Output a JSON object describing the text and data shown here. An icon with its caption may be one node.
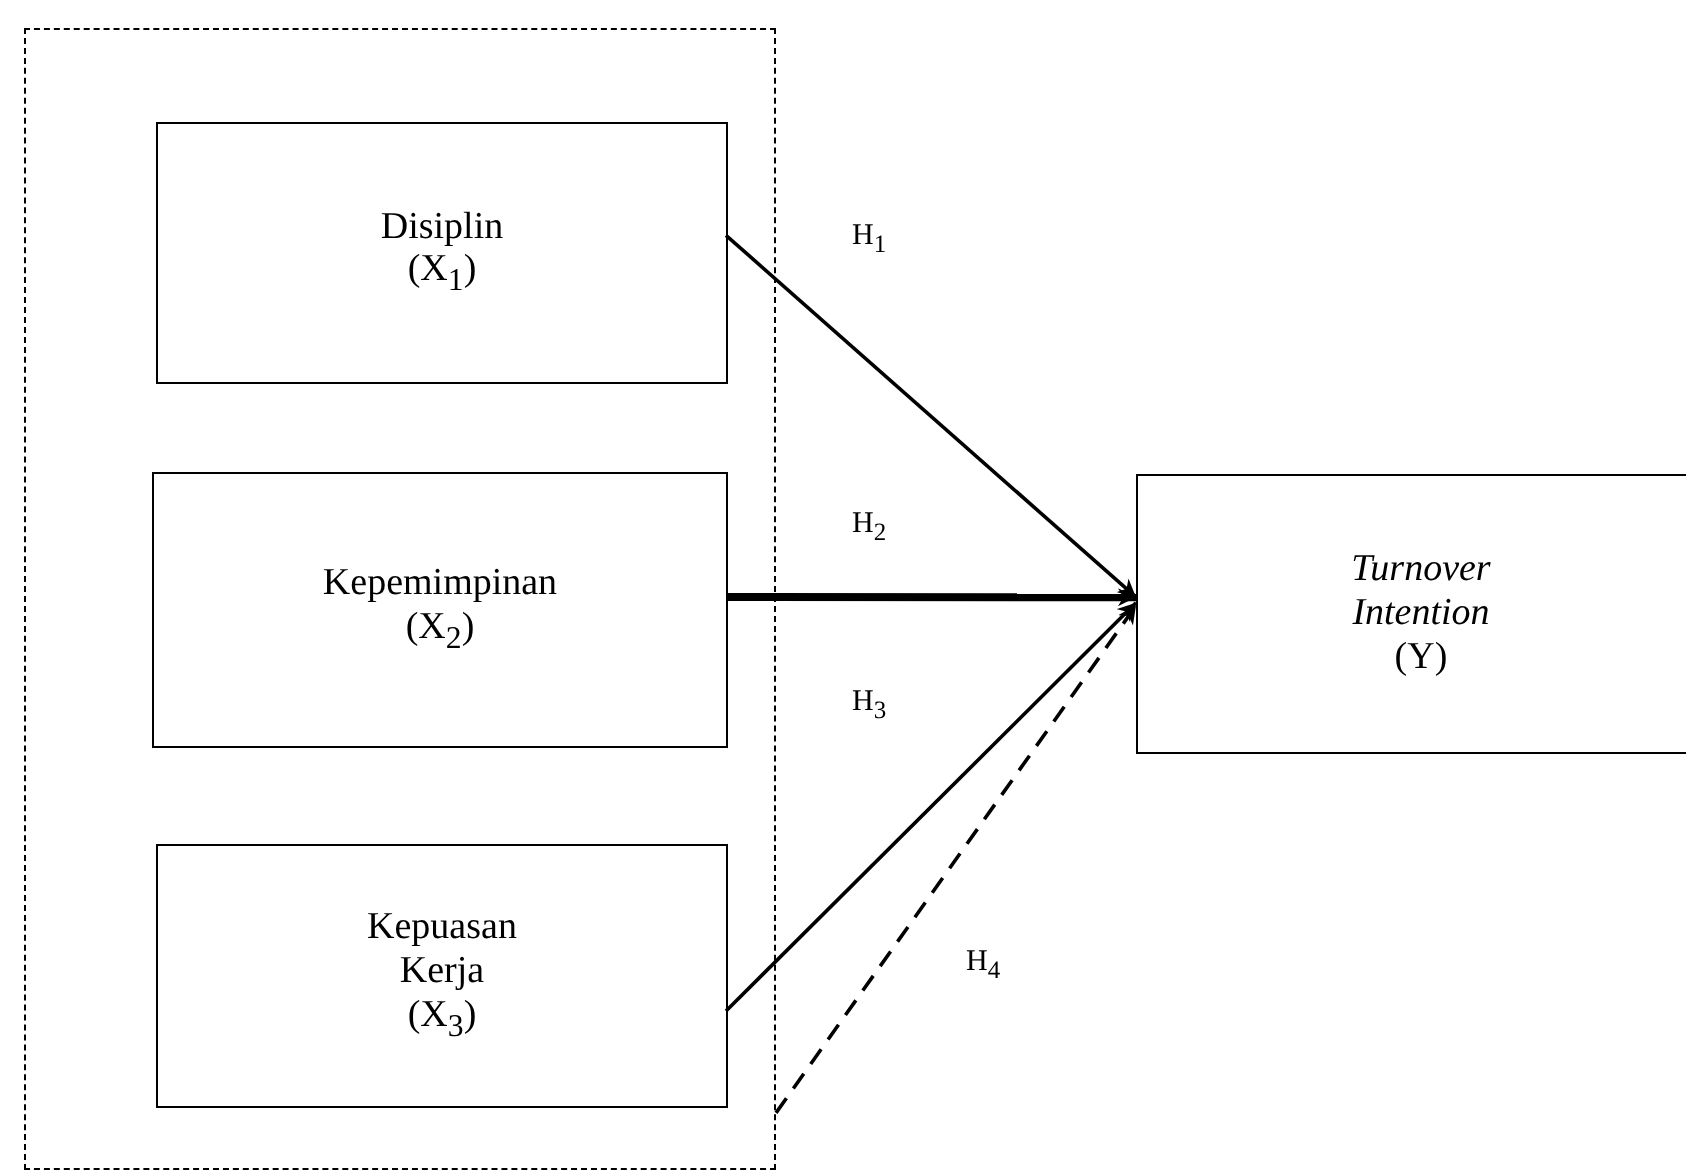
{
  "diagram": {
    "nodes": [
      {
        "text": [],
        "shape": "box"
      },
      {
        "text": [
          "Disiplin",
          "(X$_{1}$)"
        ],
        "in": 0
      },
      {
        "text": [
          "Kepemimpinan",
          "(X$_{2}$)"
        ],
        "in": 0
      },
      {
        "text": [
          "Kepuasan Kerja",
          "(X$_{3}$)"
        ],
        "in": 0
      },
      {
        "text": [
          "*Turnover Intention*",
          "(Y)"
        ]
      }
    ],
    "edges": [
      {
        "from": 1,
        "to": 4,
        "arrow": "to",
        "label": "H$_{1}$"
      },
      {
        "from": 2,
        "to": 4,
        "arrow": "to",
        "label": "H$_{2}$",
        "style": "thick"
      },
      {
        "from": 3,
        "to": 4,
        "arrow": "to",
        "label": "H$_{3}$"
      },
      {
        "from": 0,
        "to": 4,
        "arrow": "to",
        "label": "H$_{4}$",
        "style": "dashed"
      }
    ]
  }
}
